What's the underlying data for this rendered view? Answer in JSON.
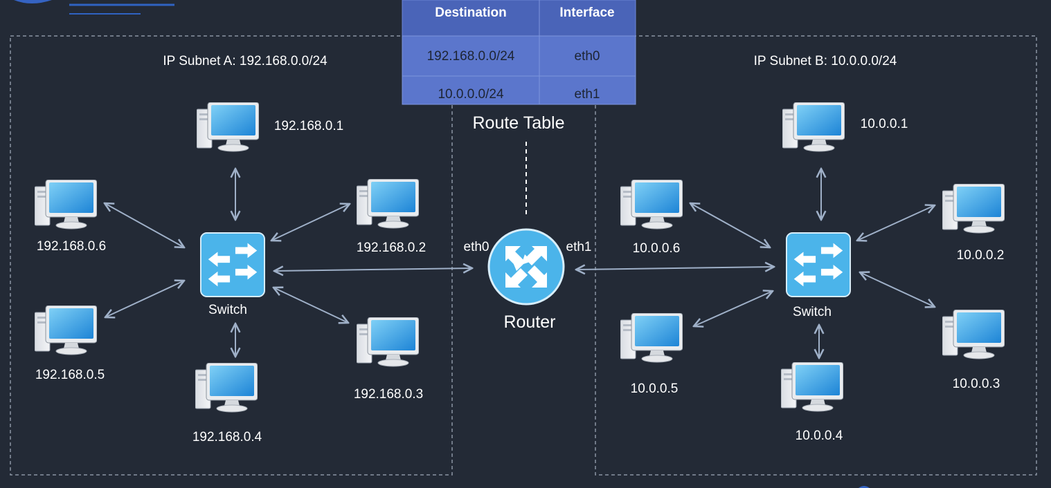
{
  "route_table": {
    "title": "Route Table",
    "headers": [
      "Destination",
      "Interface"
    ],
    "rows": [
      [
        "192.168.0.0/24",
        "eth0"
      ],
      [
        "10.0.0.0/24",
        "eth1"
      ]
    ]
  },
  "router": {
    "label": "Router",
    "eth0": "eth0",
    "eth1": "eth1"
  },
  "subnet_a": {
    "title": "IP Subnet A: 192.168.0.0/24",
    "switch_label": "Switch",
    "hosts": [
      "192.168.0.1",
      "192.168.0.2",
      "192.168.0.3",
      "192.168.0.4",
      "192.168.0.5",
      "192.168.0.6"
    ]
  },
  "subnet_b": {
    "title": "IP Subnet B: 10.0.0.0/24",
    "switch_label": "Switch",
    "hosts": [
      "10.0.0.1",
      "10.0.0.2",
      "10.0.0.3",
      "10.0.0.4",
      "10.0.0.5",
      "10.0.0.6"
    ]
  },
  "colors": {
    "background": "#232a36",
    "table_header": "#4a64b8",
    "table_body": "#5b76cc",
    "device_blue": "#4bb4ea",
    "connector": "#9fb0c8",
    "border_dash": "#8b95a3"
  }
}
